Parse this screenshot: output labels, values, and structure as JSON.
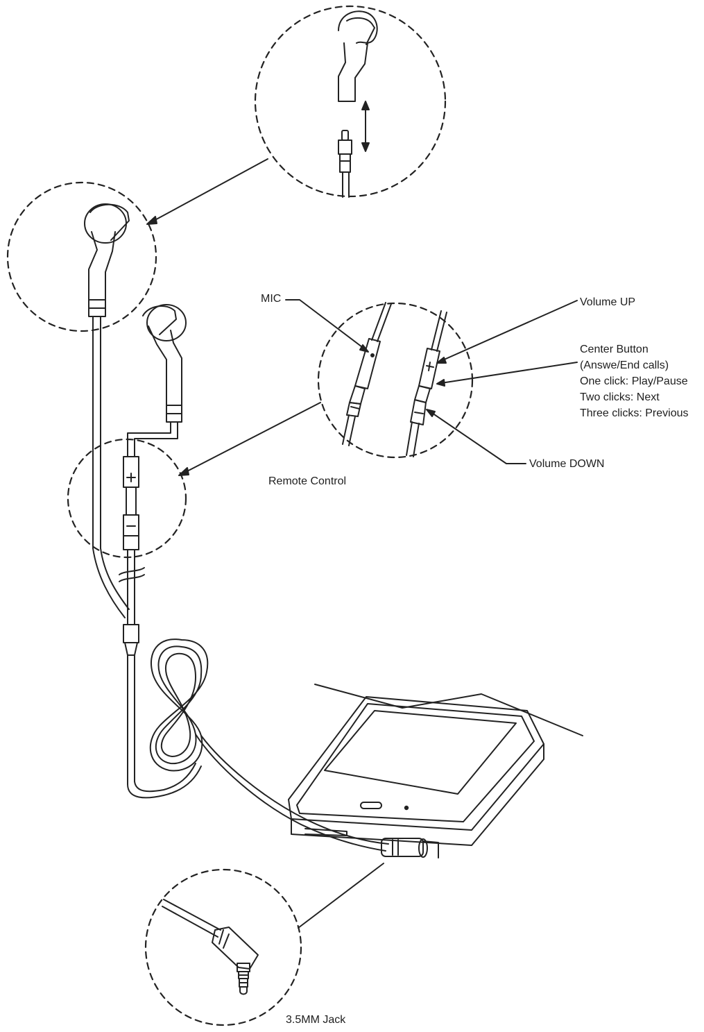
{
  "labels": {
    "mic": "MIC",
    "volume_up": "Volume UP",
    "center_button": [
      "Center Button",
      "(Answe/End calls)",
      "One click: Play/Pause",
      "Two clicks: Next",
      "Three clicks: Previous"
    ],
    "volume_down": "Volume DOWN",
    "remote_control": "Remote Control",
    "jack": "3.5MM Jack"
  },
  "colors": {
    "line": "#222222",
    "background": "#ffffff"
  }
}
